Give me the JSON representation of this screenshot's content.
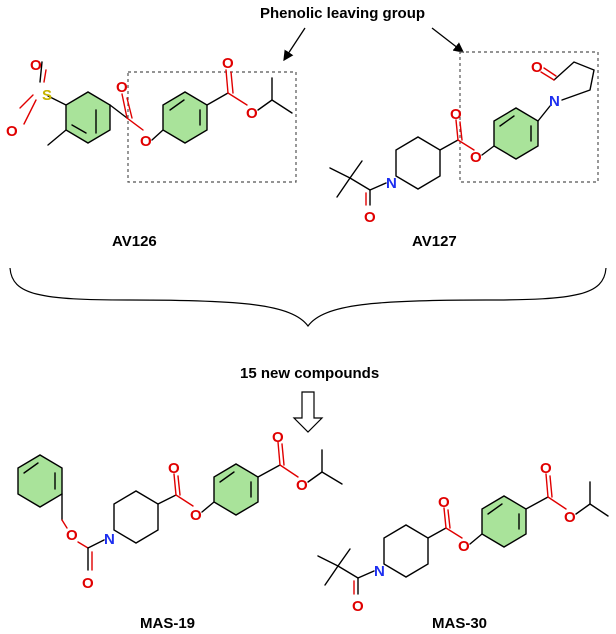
{
  "caption": "Phenolic leaving group",
  "compounds": {
    "av126": "AV126",
    "av127": "AV127",
    "mas19": "MAS-19",
    "mas30": "MAS-30"
  },
  "new_compounds": "15 new compounds",
  "atoms": {
    "oxygen": "O",
    "nitrogen": "N",
    "sulfur": "S"
  },
  "colors": {
    "ring_fill": "#a9e39a",
    "oxygen": "#e00000",
    "nitrogen": "#1c2ef0",
    "sulfur": "#c8b400"
  }
}
